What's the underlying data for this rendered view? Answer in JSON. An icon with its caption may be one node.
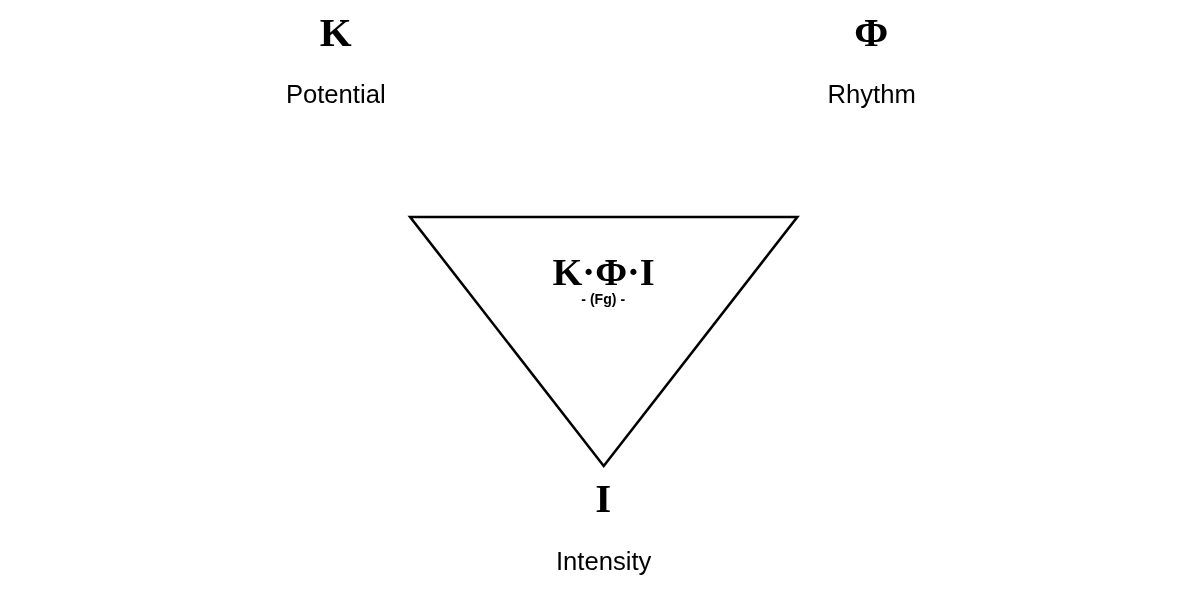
{
  "diagram": {
    "nodes": [
      {
        "text": [
          "K·Φ·I",
          "- (Fg) -"
        ]
      }
    ],
    "edges": [],
    "labels": [
      "K",
      "Potential",
      "Φ",
      "Rhythm",
      "I",
      "Intensity"
    ]
  }
}
